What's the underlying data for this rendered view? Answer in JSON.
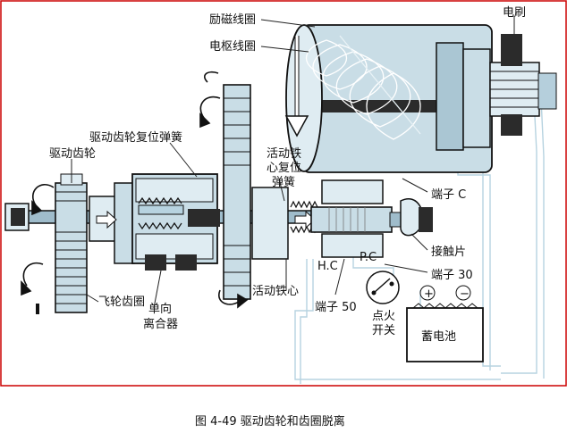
{
  "colors": {
    "frame_border": "#cc0000",
    "metal_light": "#c9dde6",
    "metal_mid": "#9fbccb",
    "metal_dark": "#2b2b2b",
    "wire_light_blue": "#b7d3e0",
    "background": "#ffffff"
  },
  "labels": {
    "field_coil": "励磁线圈",
    "armature_coil": "电枢线圈",
    "brush": "电刷",
    "drive_pinion": "驱动齿轮",
    "pinion_return_spring": "驱动齿轮复位弹簧",
    "plunger_return_spring_line1": "活动铁",
    "plunger_return_spring_line2": "心复位",
    "plunger_return_spring_line3": "弹簧",
    "terminal_c": "端子 C",
    "contact_plate": "接触片",
    "terminal_30": "端子 30",
    "hc": "H.C",
    "pc": "P.C",
    "flywheel_ring_gear": "飞轮齿圈",
    "one_way_clutch_line1": "单向",
    "one_way_clutch_line2": "离合器",
    "plunger": "活动铁心",
    "terminal_50": "端子 50",
    "ignition_switch_line1": "点火",
    "ignition_switch_line2": "开关",
    "battery": "蓄电池",
    "plus_sign": "+",
    "minus_sign": "−"
  },
  "caption": "图 4-49  驱动齿轮和齿圈脱离"
}
